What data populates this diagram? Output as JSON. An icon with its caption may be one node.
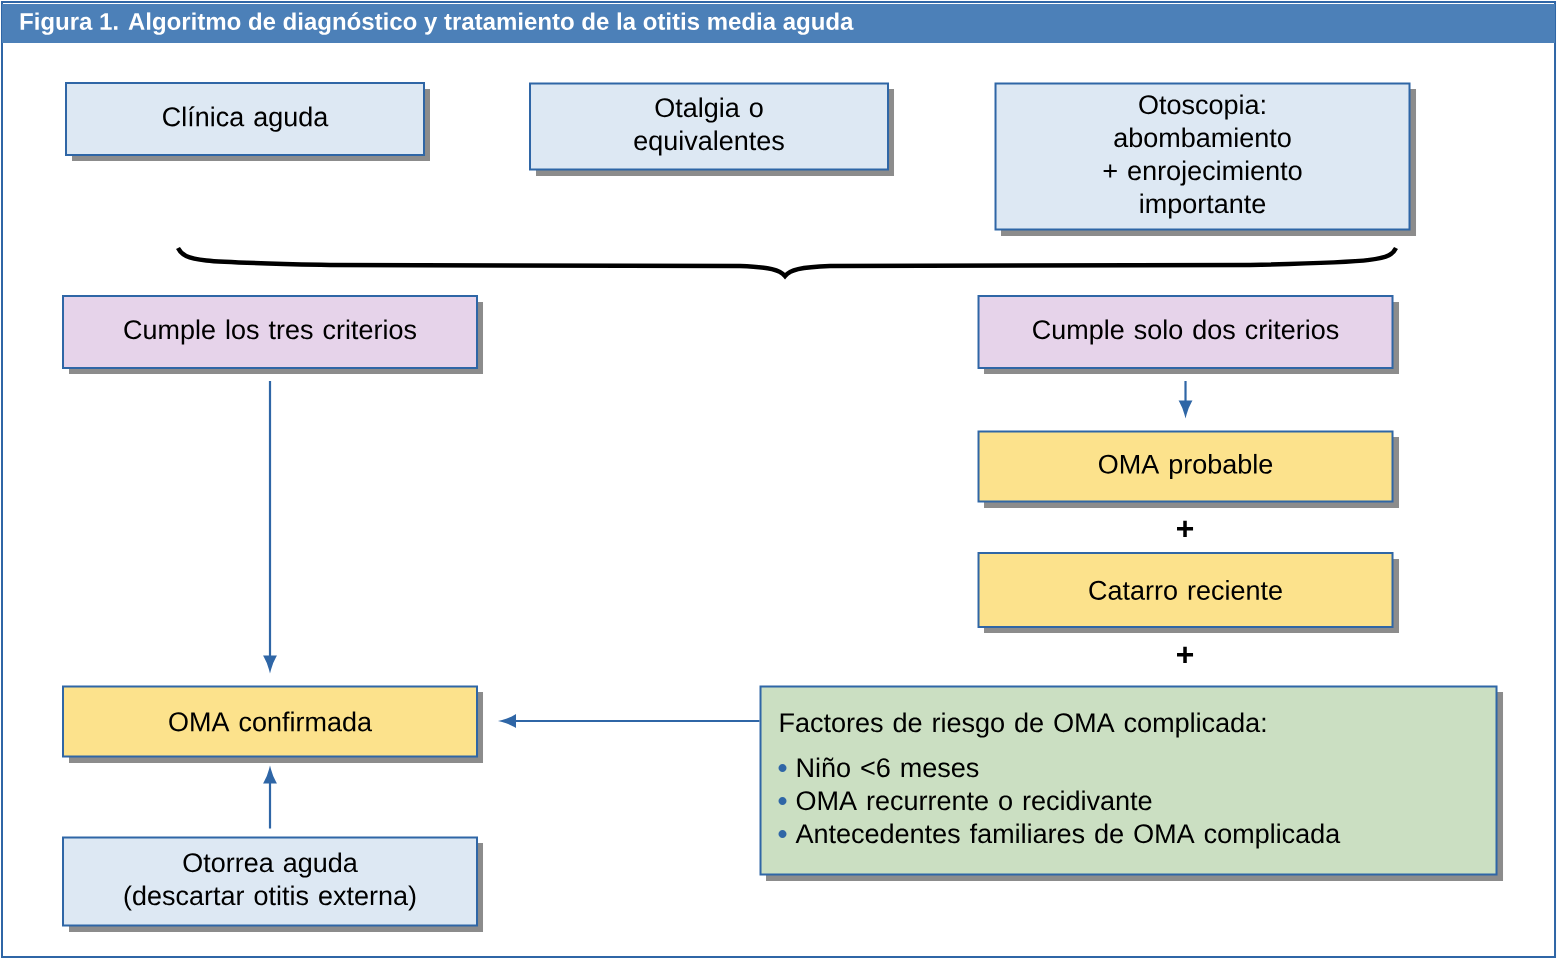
{
  "diagram": {
    "title": "Figura 1. Algoritmo de diagnóstico y tratamiento de la otitis media aguda",
    "nodes": [
      {
        "text": [
          "Clínica aguda"
        ]
      },
      {
        "text": [
          "Otalgia o equivalentes"
        ]
      },
      {
        "text": [
          "Otoscopia: abombamiento + enrojecimiento importante"
        ]
      },
      {
        "text": [
          "Cumple los tres criterios"
        ]
      },
      {
        "text": [
          "Cumple solo dos criterios"
        ]
      },
      {
        "text": [
          "OMA probable"
        ]
      },
      {
        "text": [
          "Catarro reciente"
        ]
      },
      {
        "text": [
          "OMA confirmada"
        ]
      },
      {
        "text": [
          "Factores de riesgo de OMA complicada:",
          "Niño <6 meses",
          "OMA recurrente o recidivante",
          "Antecedentes familiares de OMA complicada"
        ]
      },
      {
        "text": [
          "Otorrea aguda (descartar otitis externa)"
        ]
      }
    ],
    "edges": [
      {
        "from": 3,
        "to": 7,
        "arrow": "to"
      },
      {
        "from": 4,
        "to": 5,
        "arrow": "to"
      },
      {
        "from": 8,
        "to": 7,
        "arrow": "to"
      },
      {
        "from": 9,
        "to": 7,
        "arrow": "to"
      }
    ],
    "labels": [
      "+",
      "+"
    ]
  }
}
